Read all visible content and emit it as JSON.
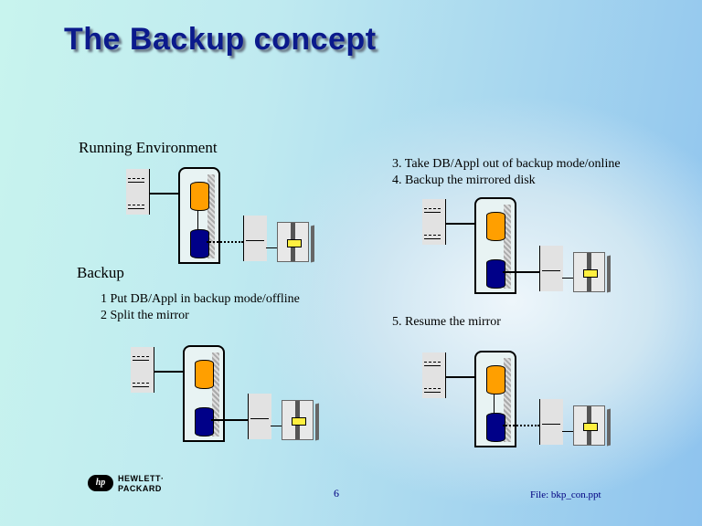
{
  "title": "The Backup concept",
  "sections": {
    "running": "Running Environment",
    "backup": "Backup",
    "step1": "1 Put DB/Appl in backup mode/offline",
    "step2": "2 Split the mirror",
    "step3": "3. Take DB/Appl out of backup mode/online",
    "step4": "4. Backup the mirrored disk",
    "step5": "5. Resume the mirror"
  },
  "footer": {
    "logo_mark": "hp",
    "logo_line1": "HEWLETT·",
    "logo_line2": "PACKARD",
    "page": "6",
    "file": "File: bkp_con.ppt"
  },
  "colors": {
    "title": "#0b1a8c",
    "primary_disk": "#ff9f00",
    "mirror_disk": "#000088"
  }
}
